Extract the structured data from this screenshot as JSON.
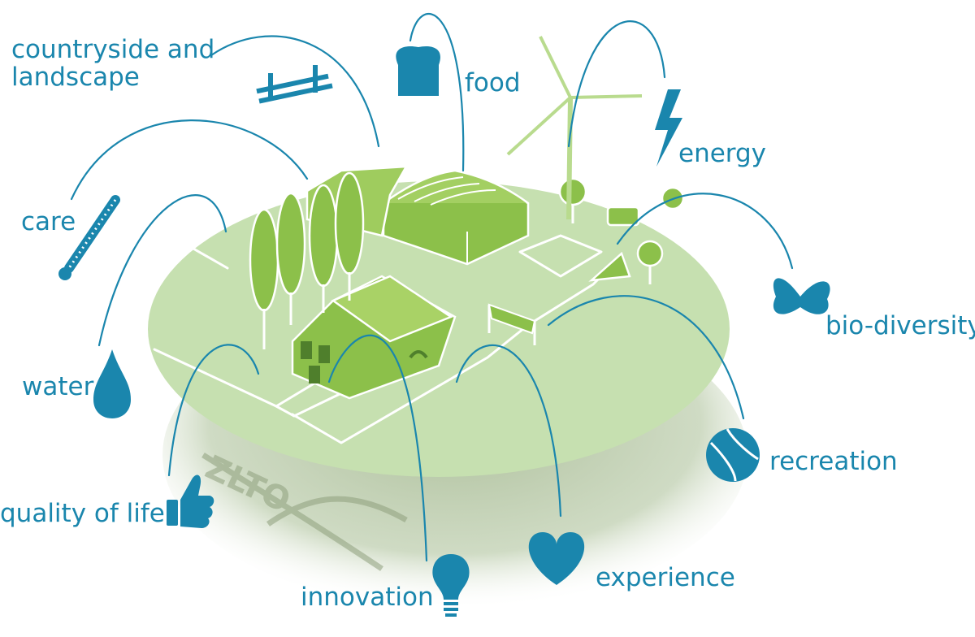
{
  "labels": {
    "countryside": "countryside and landscape",
    "food": "food",
    "energy": "energy",
    "care": "care",
    "biodiversity": "bio-diversity",
    "water": "water",
    "recreation": "recreation",
    "quality_of_life": "quality of life",
    "experience": "experience",
    "innovation": "innovation"
  },
  "logo_text": "ZLTO",
  "colors": {
    "label": "#1a86ad",
    "ground_light": "#c6e0b0",
    "ground_dark": "#8fb870",
    "building": "#8cc04a",
    "shadow": "#b7c9a5"
  },
  "icons": [
    "fence-icon",
    "bread-icon",
    "lightning-icon",
    "thermometer-icon",
    "butterfly-icon",
    "water-drop-icon",
    "beach-ball-icon",
    "thumbs-up-icon",
    "heart-icon",
    "light-bulb-icon"
  ]
}
